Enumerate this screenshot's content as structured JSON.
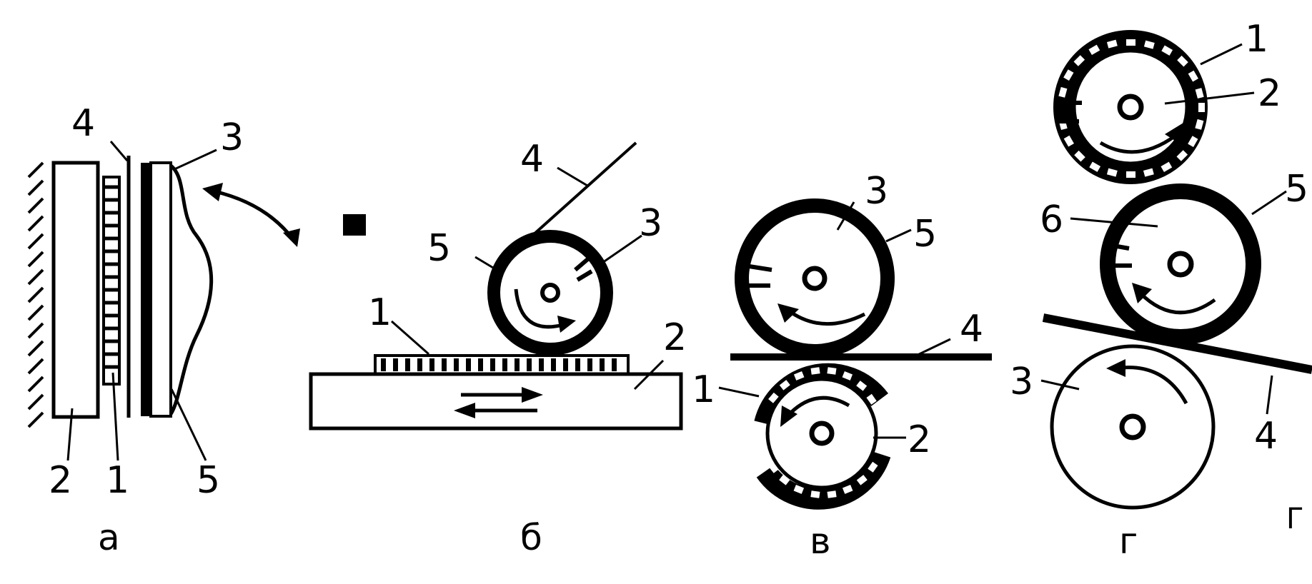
{
  "figure": {
    "panels": [
      {
        "id": "a",
        "caption": "а",
        "labels": [
          "4",
          "3",
          "2",
          "1",
          "5"
        ]
      },
      {
        "id": "b",
        "caption": "б",
        "labels": [
          "4",
          "5",
          "3",
          "1",
          "2"
        ]
      },
      {
        "id": "v",
        "caption": "в",
        "labels": [
          "3",
          "5",
          "4",
          "1",
          "2"
        ]
      },
      {
        "id": "g",
        "caption": "г",
        "labels": [
          "1",
          "2",
          "6",
          "5",
          "3",
          "4"
        ]
      }
    ],
    "corner_mark": "Г"
  }
}
